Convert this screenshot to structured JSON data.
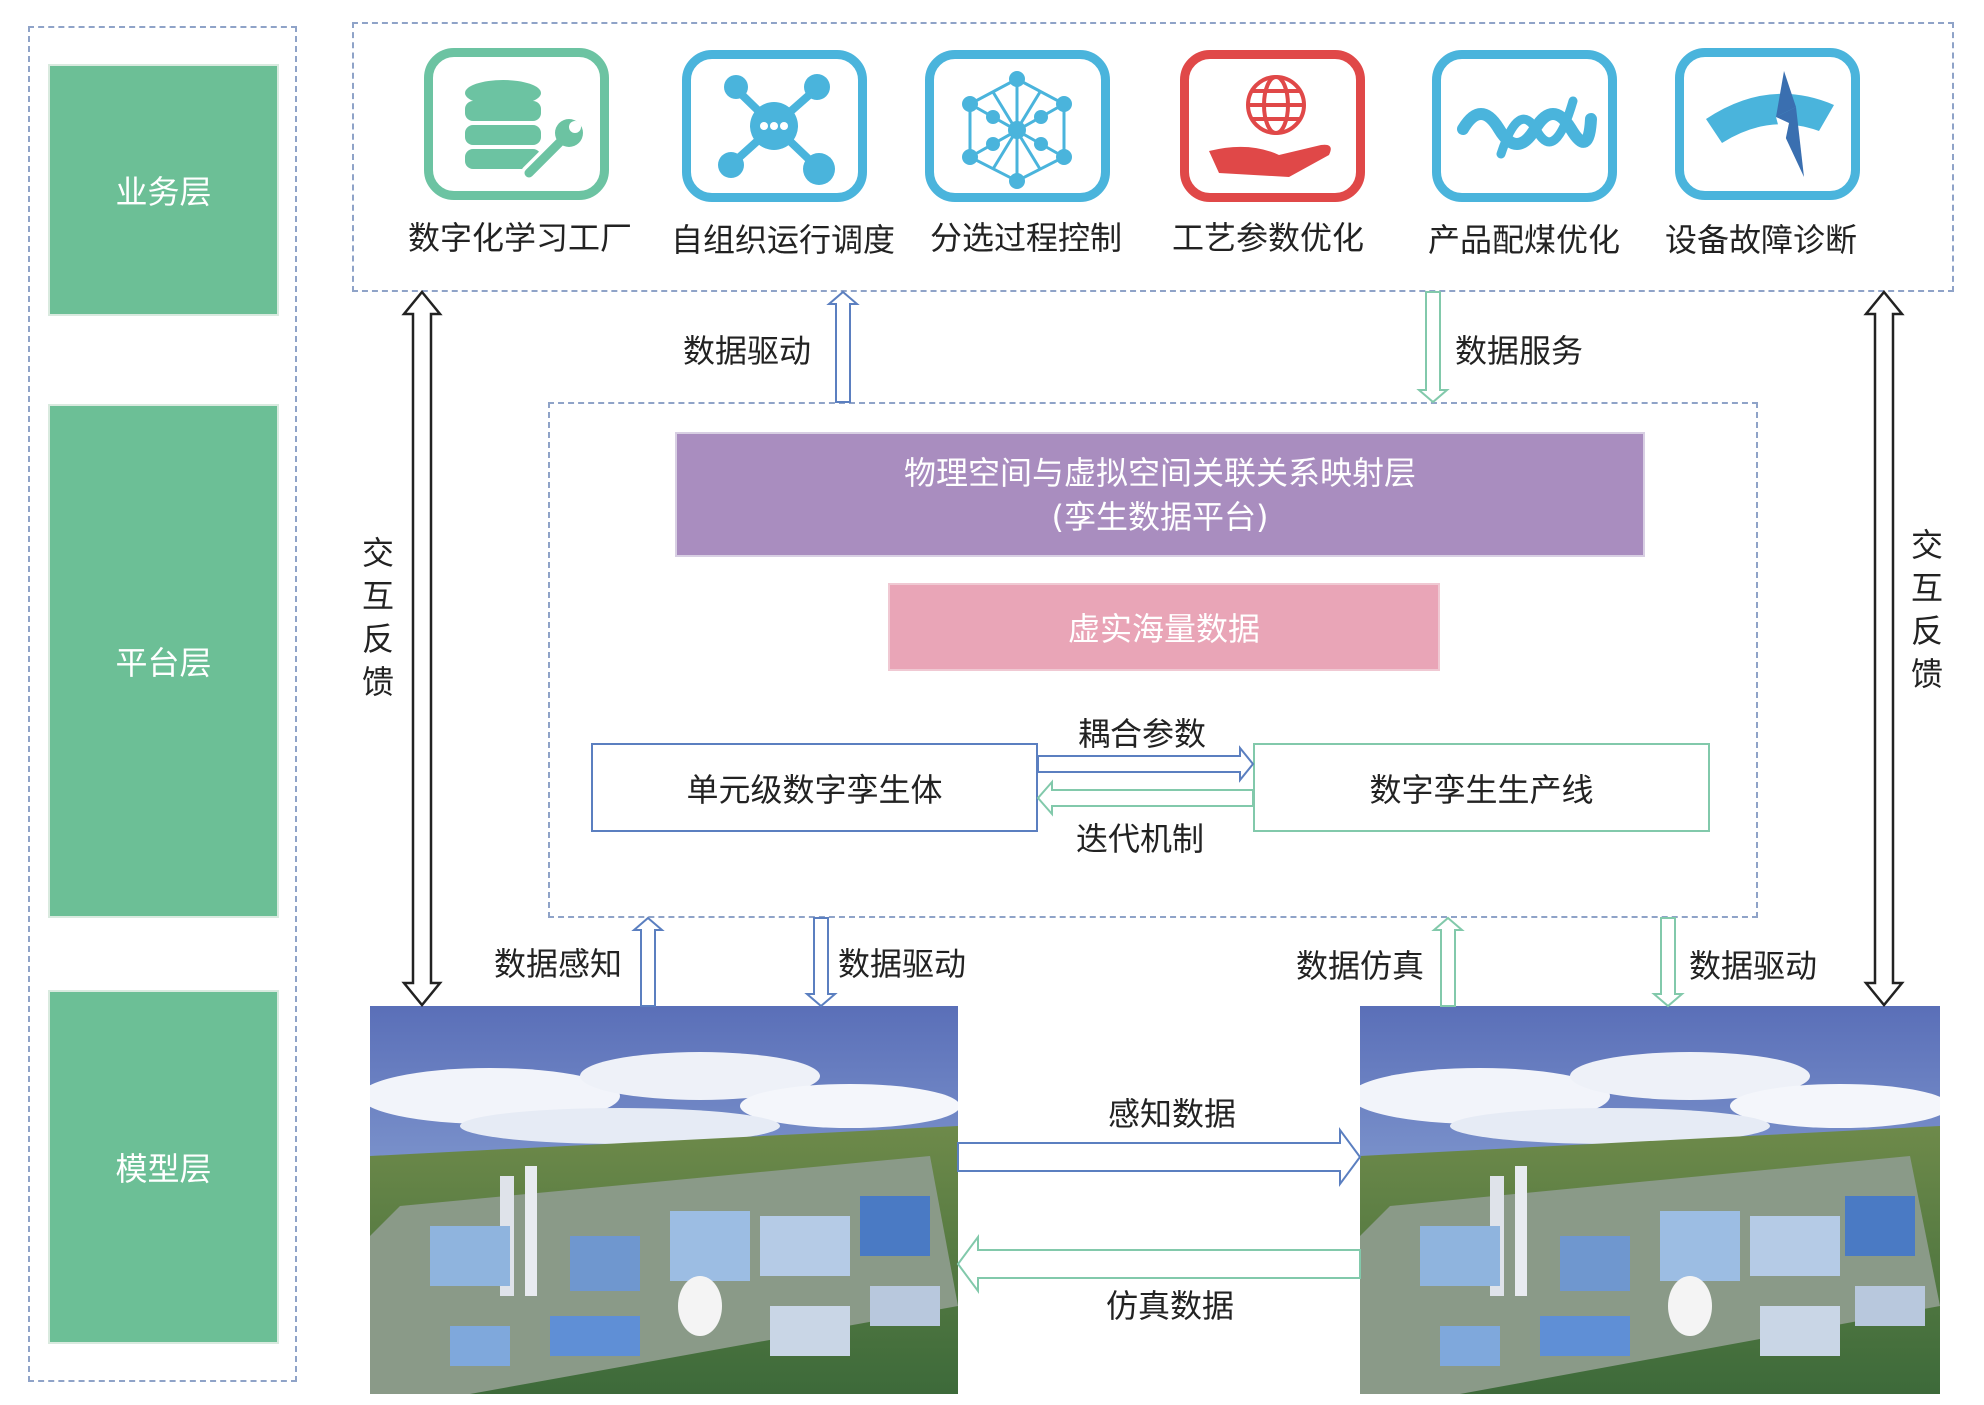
{
  "layers": {
    "business": "业务层",
    "platform": "平台层",
    "model": "模型层"
  },
  "apps": [
    {
      "label": "数字化学习工厂",
      "icon": "database-wrench-icon",
      "color": "#6cc3a2"
    },
    {
      "label": "自组织运行调度",
      "icon": "network-nodes-icon",
      "color": "#4ab4dc"
    },
    {
      "label": "分选过程控制",
      "icon": "node-grid-icon",
      "color": "#4ab4dc"
    },
    {
      "label": "工艺参数优化",
      "icon": "globe-hand-icon",
      "color": "#e04848"
    },
    {
      "label": "产品配煤优化",
      "icon": "wave-icon",
      "color": "#4ab4dc"
    },
    {
      "label": "设备故障诊断",
      "icon": "gauge-icon",
      "color": "#4ab4dc"
    }
  ],
  "feedback": {
    "left": [
      "交",
      "互",
      "反",
      "馈"
    ],
    "right": [
      "交",
      "互",
      "反",
      "馈"
    ]
  },
  "flows": {
    "data_drive_top": "数据驱动",
    "data_service": "数据服务",
    "data_sense": "数据感知",
    "data_drive_left": "数据驱动",
    "data_sim": "数据仿真",
    "data_drive_right": "数据驱动",
    "sense_data": "感知数据",
    "sim_data": "仿真数据"
  },
  "platform": {
    "mapping_line1": "物理空间与虚拟空间关联关系映射层",
    "mapping_line2": "(孪生数据平台)",
    "massive_data": "虚实海量数据",
    "unit_twin": "单元级数字孪生体",
    "line_twin": "数字孪生生产线",
    "coupling": "耦合参数",
    "iteration": "迭代机制"
  },
  "colors": {
    "layer_green": "#6cbf96",
    "mapping_purple": "#a98dbf",
    "massive_pink": "#e9a5b7",
    "blue_line": "#5b7fc0",
    "green_line": "#82c9ab",
    "dash": "#8fa3c8"
  }
}
